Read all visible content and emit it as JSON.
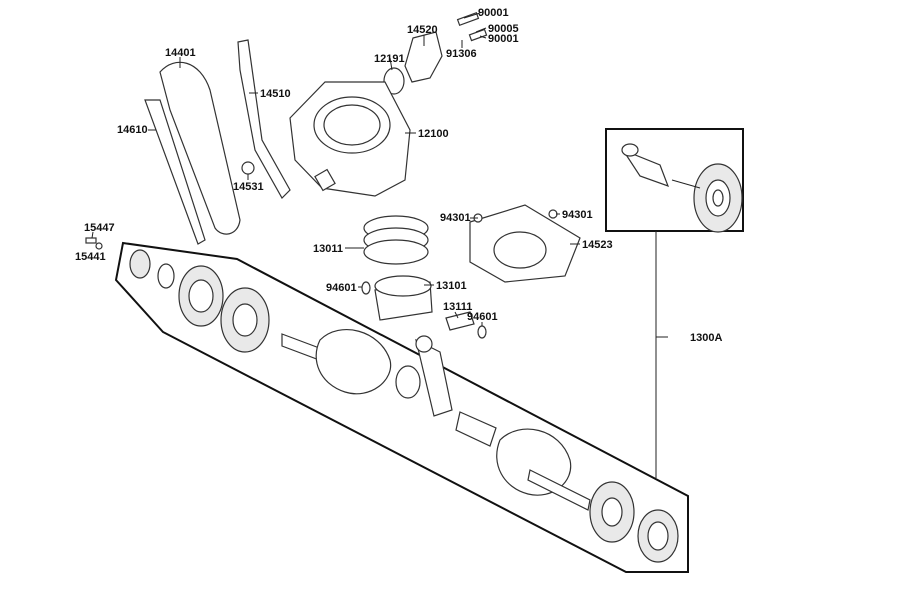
{
  "labels": {
    "p90001a": "90001",
    "p14520": "14520",
    "p90005": "90005",
    "p90001b": "90001",
    "p91306": "91306",
    "p14401": "14401",
    "p12191": "12191",
    "p14510": "14510",
    "p12100": "12100",
    "p14610": "14610",
    "p14531": "14531",
    "p94301a": "94301",
    "p94301b": "94301",
    "p15447": "15447",
    "p15441": "15441",
    "p13011": "13011",
    "p14523": "14523",
    "p94601a": "94601",
    "p13101": "13101",
    "p13111": "13111",
    "p94601b": "94601",
    "p1300A": "1300A"
  }
}
